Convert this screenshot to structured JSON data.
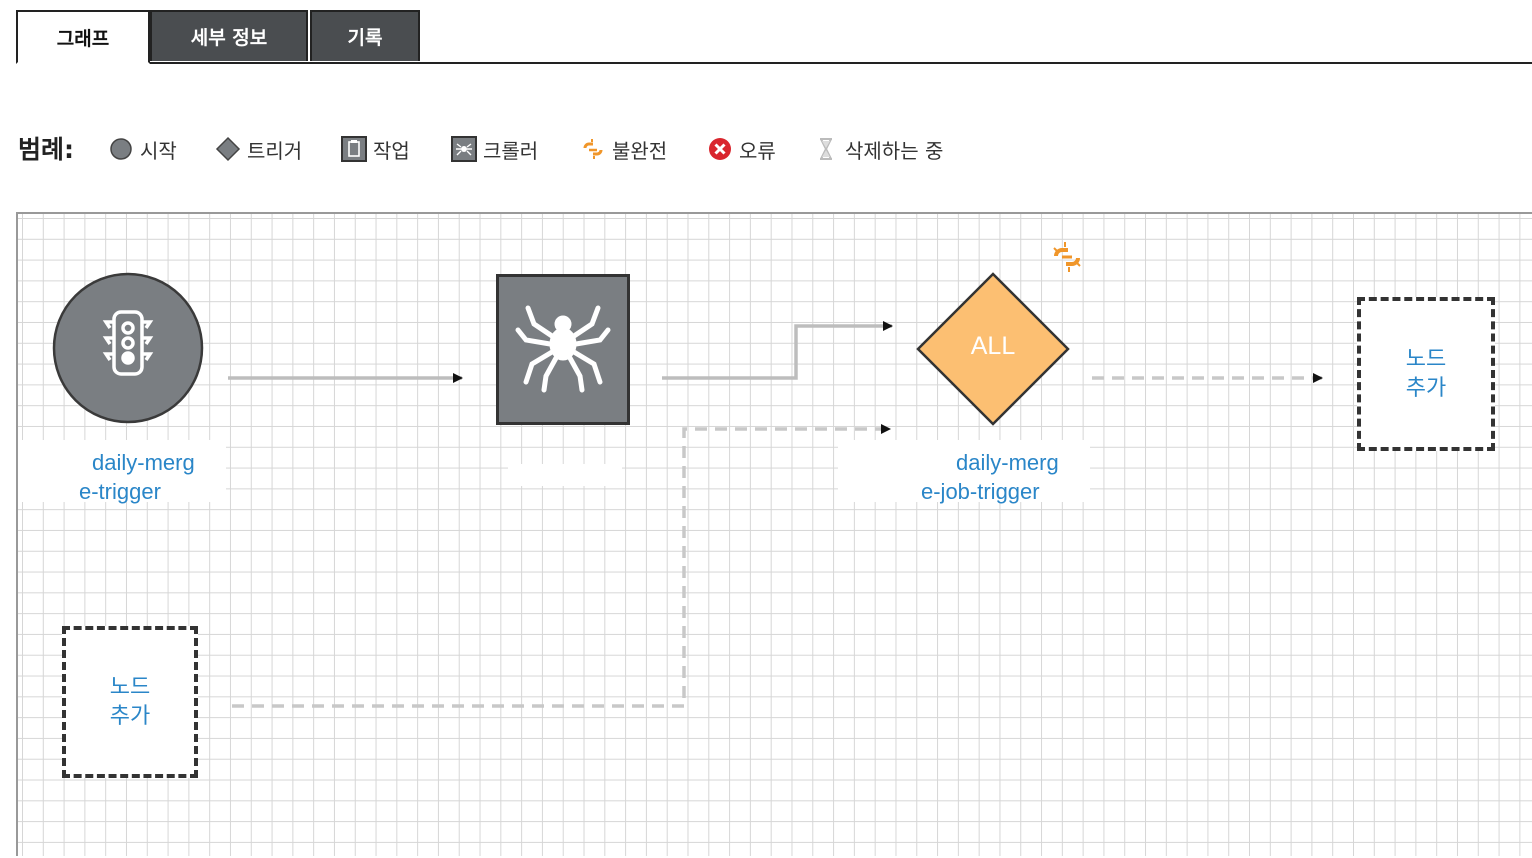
{
  "tabs": [
    {
      "label": "그래프",
      "active": true
    },
    {
      "label": "세부 정보",
      "active": false
    },
    {
      "label": "기록",
      "active": false
    }
  ],
  "legend": {
    "title": "범례:",
    "items": [
      {
        "label": "시작",
        "icon": "circle-icon"
      },
      {
        "label": "트리거",
        "icon": "diamond-icon"
      },
      {
        "label": "작업",
        "icon": "job-icon"
      },
      {
        "label": "크롤러",
        "icon": "crawler-icon"
      },
      {
        "label": "불완전",
        "icon": "broken-link-icon"
      },
      {
        "label": "오류",
        "icon": "error-icon"
      },
      {
        "label": "삭제하는 중",
        "icon": "hourglass-icon"
      }
    ]
  },
  "graph": {
    "start_node": {
      "label_line1": "daily-merg",
      "label_line2": "e-trigger",
      "icon": "traffic-light-icon"
    },
    "crawler_node": {
      "icon": "spider-icon"
    },
    "trigger_node": {
      "text": "ALL",
      "label_line1": "daily-merg",
      "label_line2": "e-job-trigger",
      "status_icon": "broken-link-icon"
    },
    "add_node_right": {
      "line1": "노드",
      "line2": "추가"
    },
    "add_node_left": {
      "line1": "노드",
      "line2": "추가"
    }
  },
  "colors": {
    "tab_inactive": "#4a4d50",
    "node_gray": "#7a7e82",
    "trigger_fill": "#fcbf72",
    "link_text": "#2a86c8",
    "warning_orange": "#f0962a",
    "error_red": "#d9262e"
  }
}
